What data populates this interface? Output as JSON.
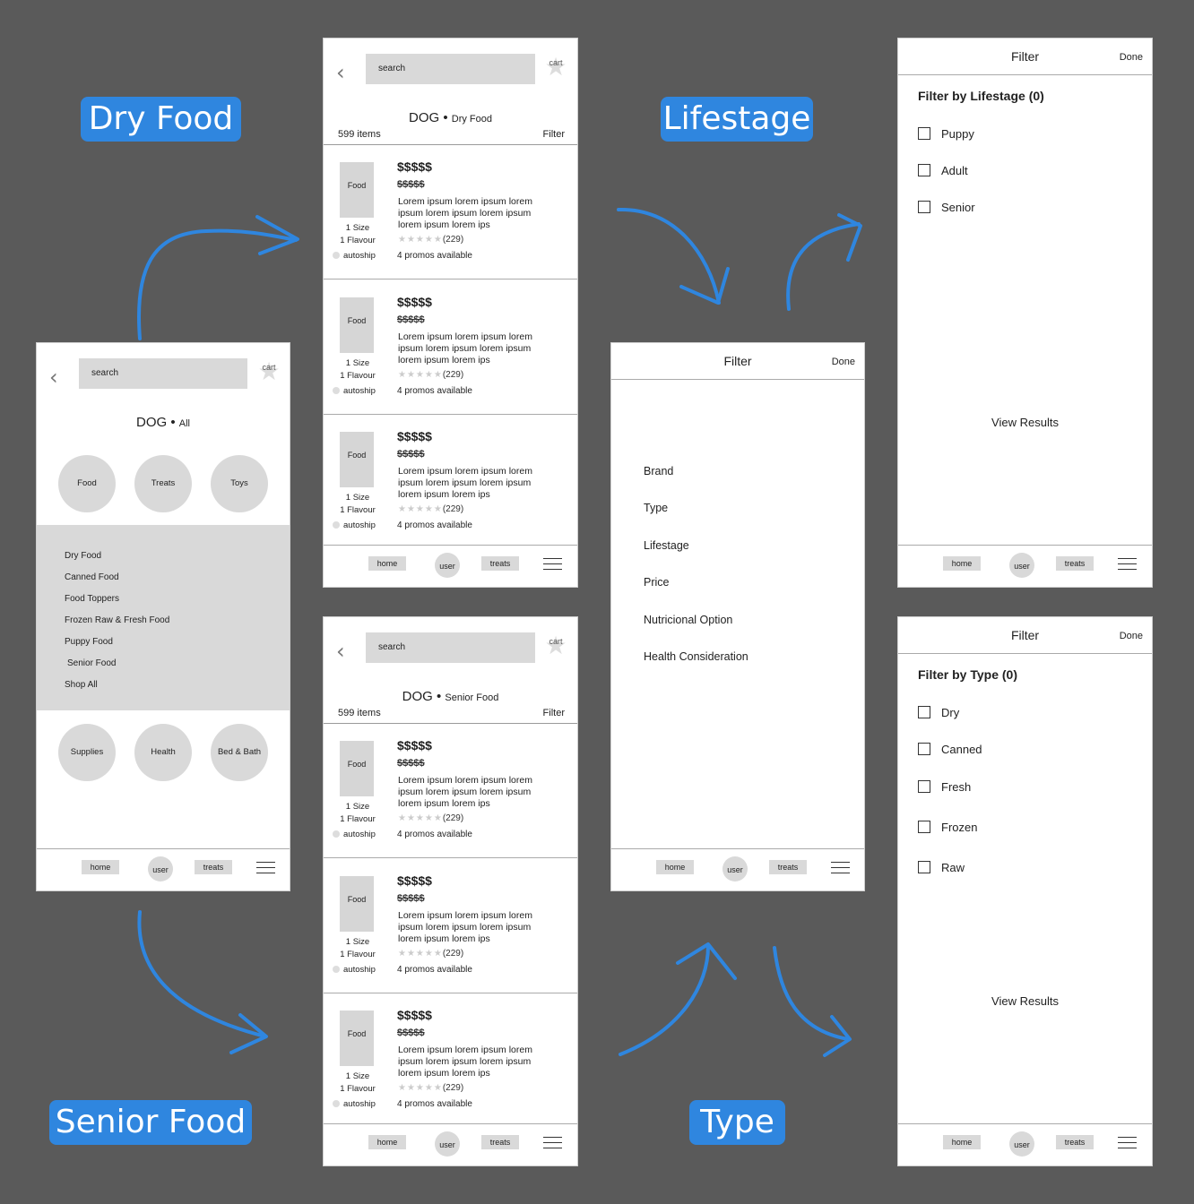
{
  "accent_color": "#2f86df",
  "background_color": "#5a5a5a",
  "tags": {
    "dry_food": "Dry Food",
    "lifestage": "Lifestage",
    "senior_food": "Senior Food",
    "type": "Type"
  },
  "common": {
    "search_placeholder": "search",
    "cart_label": "cart",
    "back_icon": "chevron-left-icon",
    "nav": {
      "home": "home",
      "user": "user",
      "treats": "treats",
      "menu_icon": "hamburger-icon"
    }
  },
  "home_screen": {
    "breadcrumb_main": "DOG",
    "breadcrumb_sub": "All",
    "top_categories": [
      "Food",
      "Treats",
      "Toys"
    ],
    "food_menu": [
      "Dry Food",
      "Canned Food",
      "Food Toppers",
      "Frozen Raw & Fresh Food",
      "Puppy Food",
      "Senior Food",
      "Shop All"
    ],
    "bottom_categories": [
      "Supplies",
      "Health",
      "Bed & Bath"
    ]
  },
  "dry_food_screen": {
    "breadcrumb_main": "DOG",
    "breadcrumb_sub": "Dry Food",
    "item_count": "599 items",
    "filter_label": "Filter"
  },
  "senior_food_screen": {
    "breadcrumb_main": "DOG",
    "breadcrumb_sub": "Senior Food",
    "item_count": "599 items",
    "filter_label": "Filter"
  },
  "product": {
    "image_label": "Food",
    "price": "$$$$$",
    "old_price": "$$$$$",
    "description": "Lorem ipsum lorem ipsum lorem ipsum lorem ipsum lorem ipsum lorem ipsum lorem ips",
    "size": "1 Size",
    "flavour": "1 Flavour",
    "autoship": "autoship",
    "stars": "★★★★★",
    "rating_count": "(229)",
    "promos": "4 promos available"
  },
  "filter_main": {
    "title": "Filter",
    "done": "Done",
    "items": [
      "Brand",
      "Type",
      "Lifestage",
      "Price",
      "Nutricional Option",
      "Health Consideration"
    ]
  },
  "filter_lifestage": {
    "title": "Filter",
    "done": "Done",
    "heading": "Filter by Lifestage (0)",
    "options": [
      "Puppy",
      "Adult",
      "Senior"
    ],
    "view_results": "View Results"
  },
  "filter_type": {
    "title": "Filter",
    "done": "Done",
    "heading": "Filter by Type (0)",
    "options": [
      "Dry",
      "Canned",
      "Fresh",
      "Frozen",
      "Raw"
    ],
    "view_results": "View Results"
  }
}
